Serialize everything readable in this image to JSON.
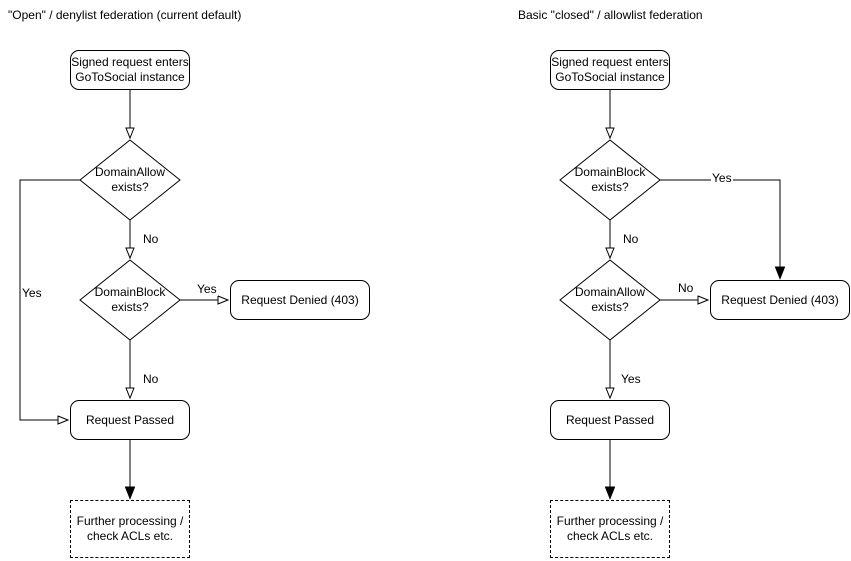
{
  "left_chart": {
    "title": "\"Open\" / denylist federation (current default)",
    "nodes": {
      "start": "Signed request enters\nGoToSocial instance",
      "decision1": "DomainAllow\nexists?",
      "decision2": "DomainBlock\nexists?",
      "denied": "Request Denied (403)",
      "passed": "Request Passed",
      "further": "Further processing /\ncheck ACLs etc."
    },
    "edge_labels": {
      "allow_no": "No",
      "allow_yes": "Yes",
      "block_yes": "Yes",
      "block_no": "No"
    }
  },
  "right_chart": {
    "title": "Basic \"closed\" / allowlist federation",
    "nodes": {
      "start": "Signed request enters\nGoToSocial instance",
      "decision1": "DomainBlock\nexists?",
      "decision2": "DomainAllow\nexists?",
      "denied": "Request Denied (403)",
      "passed": "Request Passed",
      "further": "Further processing /\ncheck ACLs etc."
    },
    "edge_labels": {
      "block_yes": "Yes",
      "block_no": "No",
      "allow_no": "No",
      "allow_yes": "Yes"
    }
  },
  "colors": {
    "stroke": "#000000",
    "shape_fill": "#ffffff",
    "background": "#ffffff",
    "text": "#000000"
  }
}
